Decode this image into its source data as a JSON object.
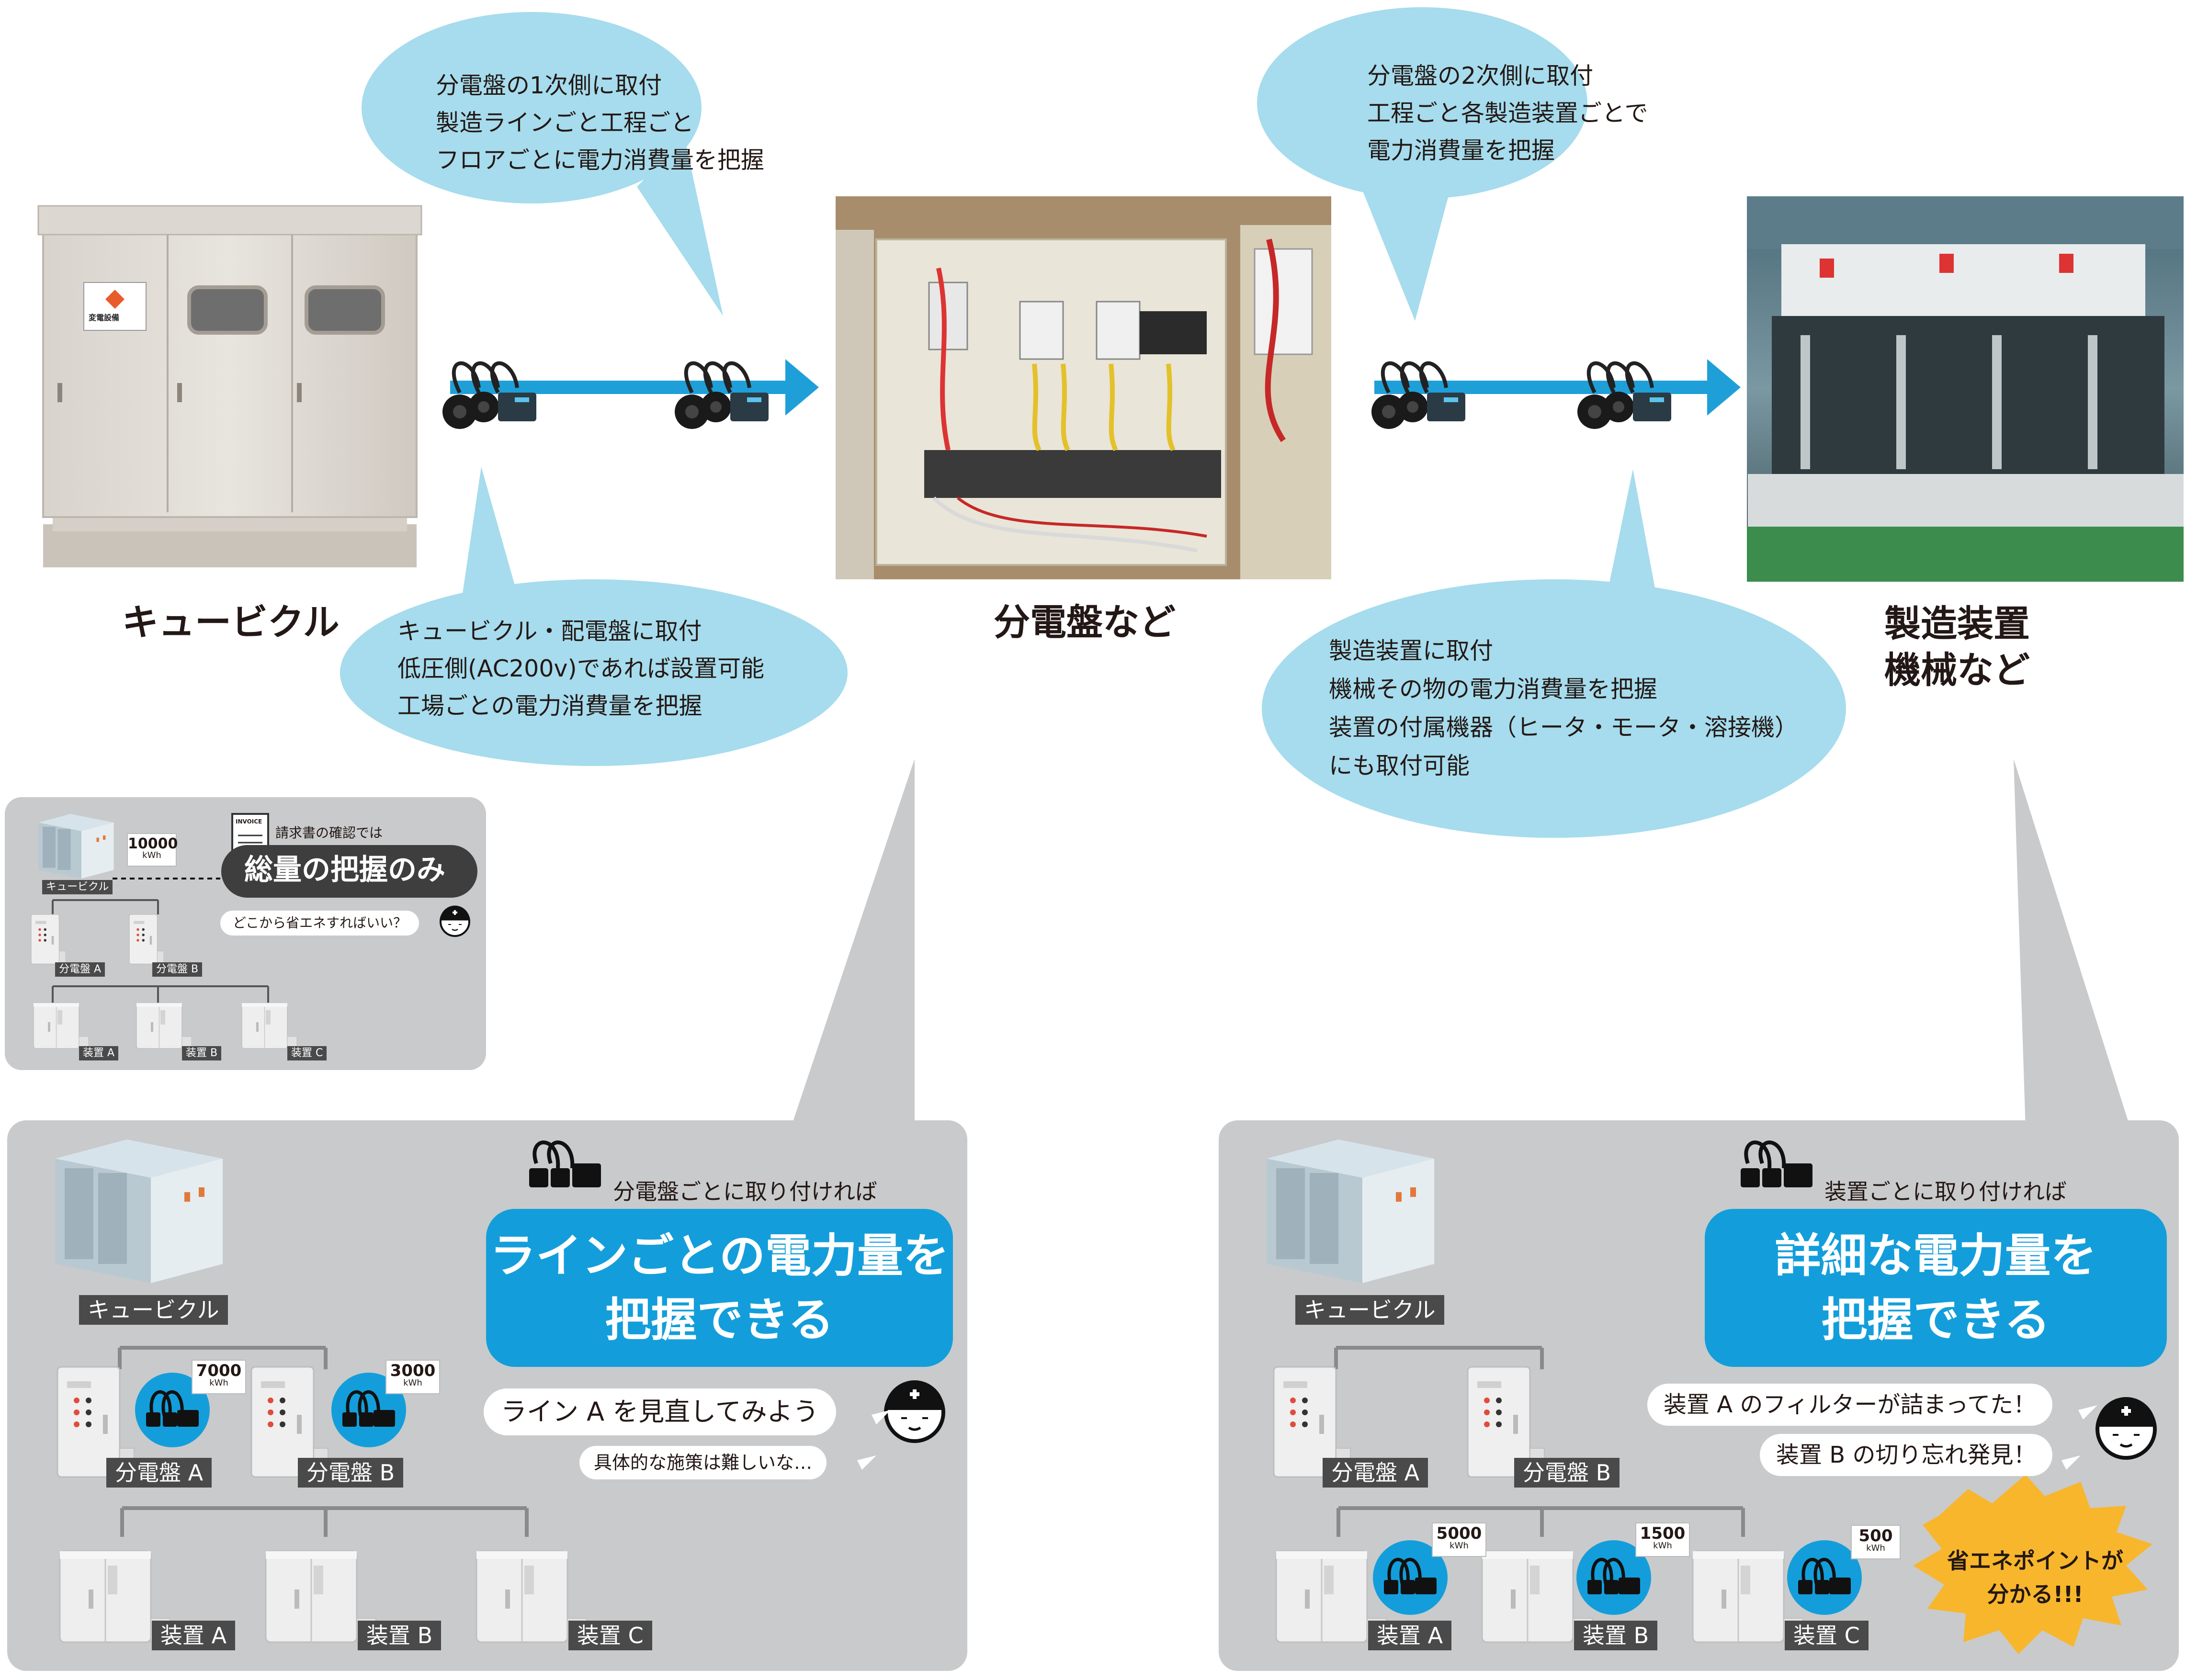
{
  "colors": {
    "bubble": "#a6dced",
    "arrow": "#1f9fd8",
    "panel": "#c9cacb",
    "accent_blue": "#139edb",
    "burst": "#f8b62d",
    "tag": "#4a4a4a"
  },
  "labels": {
    "cubicle": "キュービクル",
    "distribution_board": "分電盤など",
    "equipment_line1": "製造装置",
    "equipment_line2": "機械など",
    "cubicle_sign": "変電設備"
  },
  "bubbles": {
    "top_left": [
      "分電盤の1次側に取付",
      "製造ラインごと工程ごと",
      "フロアごとに電力消費量を把握"
    ],
    "bottom_left": [
      "キュービクル・配電盤に取付",
      "低圧側(AC200v)であれば設置可能",
      "工場ごとの電力消費量を把握"
    ],
    "top_right": [
      "分電盤の2次側に取付",
      "工程ごと各製造装置ごとで",
      "電力消費量を把握"
    ],
    "bottom_right": [
      "製造装置に取付",
      "機械その物の電力消費量を把握",
      "装置の付属機器（ヒータ・モータ・溶接機）",
      "にも取付可能"
    ]
  },
  "small_panel": {
    "cubicle_tag": "キュービクル",
    "kwh_value": "10000",
    "kwh_unit": "kWh",
    "invoice_label": "INVOICE",
    "invoice_caption": "請求書の確認では",
    "headline": "総量の把握のみ",
    "question": "どこから省エネすればいい？",
    "board_a": "分電盤 A",
    "board_b": "分電盤 B",
    "device_a": "装置 A",
    "device_b": "装置 B",
    "device_c": "装置 C"
  },
  "left_panel": {
    "cubicle_tag": "キュービクル",
    "caption": "分電盤ごとに取り付ければ",
    "headline_line1": "ラインごとの電力量を",
    "headline_line2": "把握できる",
    "speech1": "ライン A を見直してみよう",
    "speech2": "具体的な施策は難しいな…",
    "board_a": "分電盤 A",
    "board_b": "分電盤 B",
    "kwh_a": "7000",
    "kwh_b": "3000",
    "kwh_unit": "kWh",
    "device_a": "装置 A",
    "device_b": "装置 B",
    "device_c": "装置 C"
  },
  "right_panel": {
    "cubicle_tag": "キュービクル",
    "caption": "装置ごとに取り付ければ",
    "headline_line1": "詳細な電力量を",
    "headline_line2": "把握できる",
    "speech1": "装置 A のフィルターが詰まってた！",
    "speech2": "装置 B の切り忘れ発見！",
    "board_a": "分電盤 A",
    "board_b": "分電盤 B",
    "kwh_a": "5000",
    "kwh_b": "1500",
    "kwh_c": "500",
    "kwh_unit": "kWh",
    "device_a": "装置 A",
    "device_b": "装置 B",
    "device_c": "装置 C",
    "burst_line1": "省エネポイントが",
    "burst_line2": "分かる!!!"
  }
}
